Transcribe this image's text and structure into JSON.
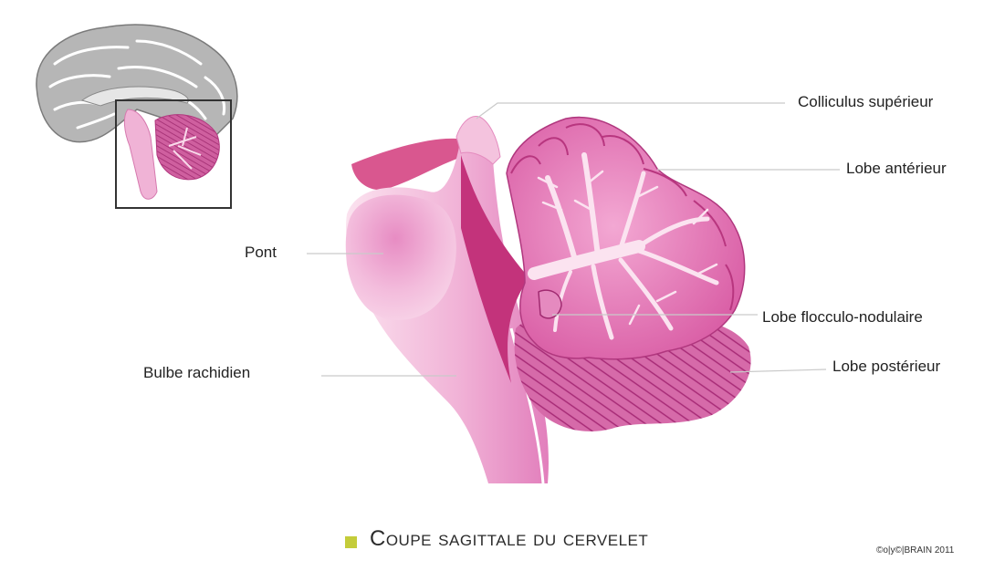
{
  "labels": {
    "colliculus": "Colliculus supérieur",
    "anterior": "Lobe antérieur",
    "pont": "Pont",
    "flocculo": "Lobe flocculo-nodulaire",
    "posterior": "Lobe postérieur",
    "bulbe": "Bulbe rachidien"
  },
  "title": "Coupe sagittale du cervelet",
  "copyright": "©o|y©|BRAIN 2011",
  "colors": {
    "brain_gray": "#b3b3b3",
    "tissue_pink": "#e9a1cc",
    "tissue_dark": "#c8348a",
    "white_matter": "#fbe3f0",
    "title_square": "#c4cc3a",
    "leader_line": "#c9c9c9"
  }
}
